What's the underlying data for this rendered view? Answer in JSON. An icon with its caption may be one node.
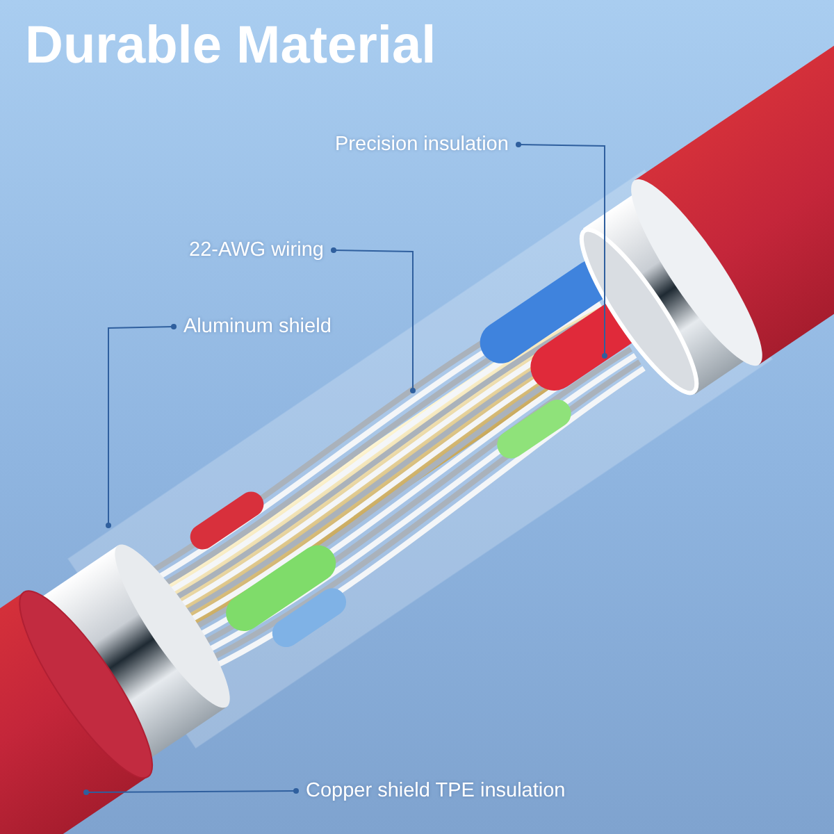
{
  "diagram": {
    "title": "Durable Material",
    "nodes": [
      {
        "text": [
          "Precision insulation"
        ]
      },
      {
        "text": [
          "22-AWG wiring"
        ]
      },
      {
        "text": [
          "Aluminum shield"
        ]
      },
      {
        "text": [
          "Copper shield TPE insulation"
        ]
      }
    ],
    "edges": [
      {
        "from": 0,
        "to": null,
        "arrow": "other"
      },
      {
        "from": 1,
        "to": null,
        "arrow": "other"
      },
      {
        "from": 2,
        "to": null,
        "arrow": "other"
      },
      {
        "from": 3,
        "to": null,
        "arrow": "other"
      }
    ]
  }
}
